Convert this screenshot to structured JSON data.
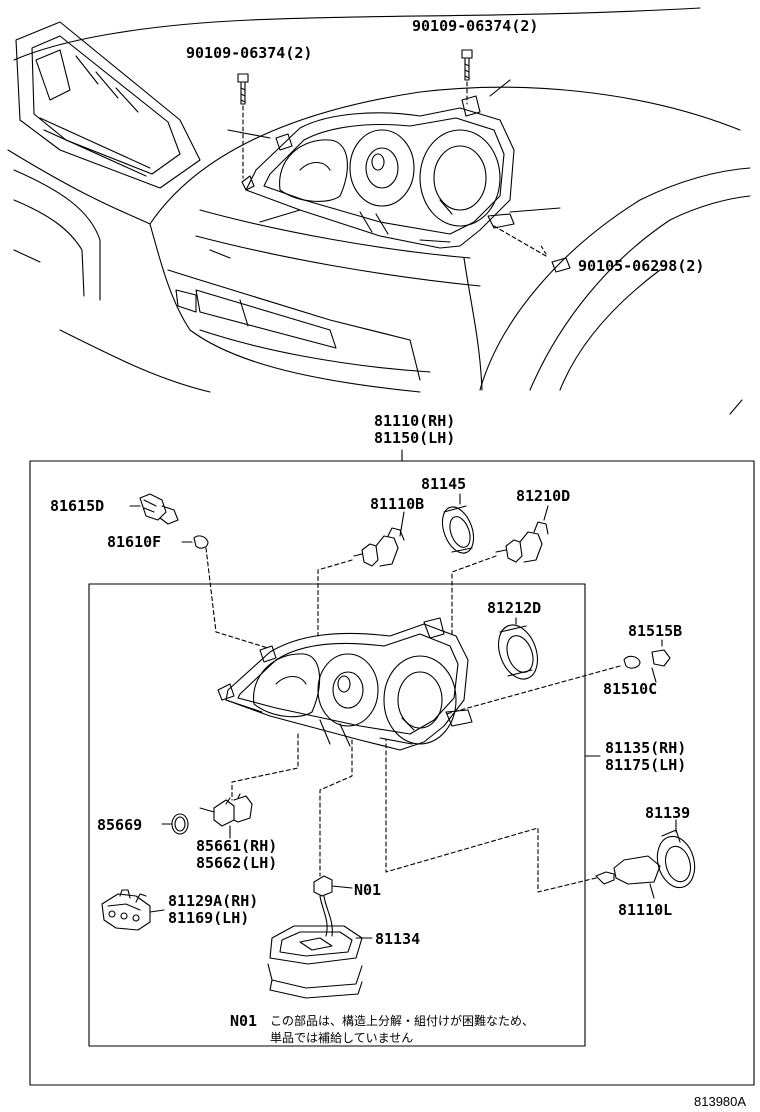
{
  "diagram": {
    "top_labels": {
      "bolt_left": "90109-06374(2)",
      "bolt_right": "90109-06374(2)",
      "screw": "90105-06298(2)"
    },
    "assembly": {
      "rh": "81110(RH)",
      "lh": "81150(LH)"
    },
    "parts": {
      "p81615D": "81615D",
      "p81610F": "81610F",
      "p81110B": "81110B",
      "p81145": "81145",
      "p81210D": "81210D",
      "p81212D": "81212D",
      "p81515B": "81515B",
      "p81510C": "81510C",
      "p81135": "81135(RH)",
      "p81175": "81175(LH)",
      "p81139": "81139",
      "p81110L": "81110L",
      "p85669": "85669",
      "p85661": "85661(RH)",
      "p85662": "85662(LH)",
      "p81129A": "81129A(RH)",
      "p81169": "81169(LH)",
      "pN01": "N01",
      "p81134": "81134"
    },
    "note": {
      "id": "N01",
      "line1": "この部品は、構造上分解・組付けが困難なため、",
      "line2": "単品では補給していません"
    },
    "catalog_number": "813980A"
  }
}
